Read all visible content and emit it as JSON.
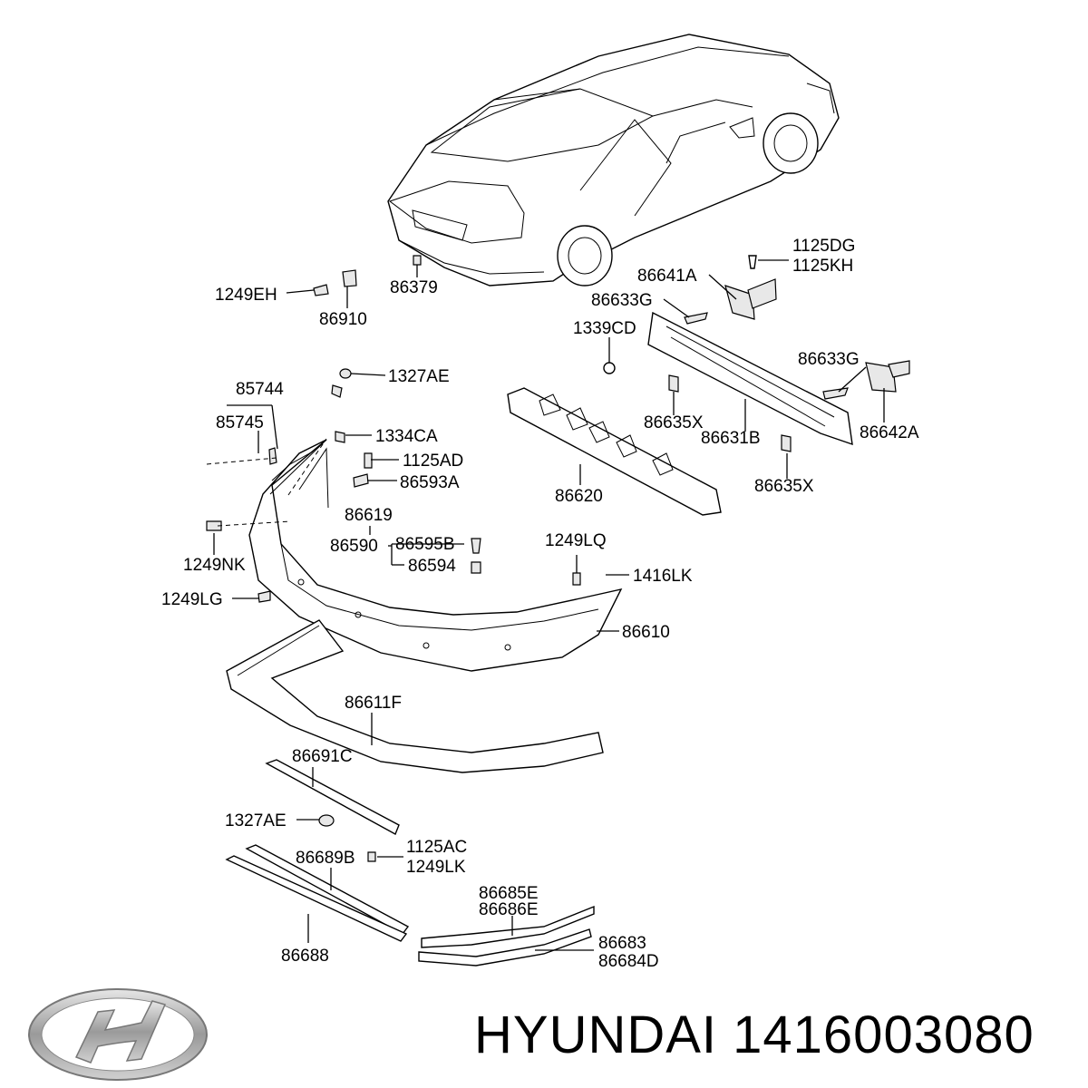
{
  "brand": "HYUNDAI",
  "part_number": "1416003080",
  "labels": {
    "p1125DG": "1125DG",
    "p1125KH": "1125KH",
    "p86641A": "86641A",
    "p86633G_top": "86633G",
    "p1339CD": "1339CD",
    "p86633G_right": "86633G",
    "p86635X_left": "86635X",
    "p86631B": "86631B",
    "p86642A": "86642A",
    "p86635X_bottom": "86635X",
    "p86620": "86620",
    "p1249EH": "1249EH",
    "p86910": "86910",
    "p86379": "86379",
    "p1327AE_top": "1327AE",
    "p85744": "85744",
    "p85745": "85745",
    "p1334CA": "1334CA",
    "p1125AD": "1125AD",
    "p86593A": "86593A",
    "p86619": "86619",
    "p86590": "86590",
    "p86595B": "86595B",
    "p86594": "86594",
    "p1249NK": "1249NK",
    "p1249LG": "1249LG",
    "p1249LQ": "1249LQ",
    "p1416LK": "1416LK",
    "p86610": "86610",
    "p86611F": "86611F",
    "p86691C": "86691C",
    "p1327AE_bottom": "1327AE",
    "p1125AC": "1125AC",
    "p1249LK": "1249LK",
    "p86689B": "86689B",
    "p86685E": "86685E",
    "p86686E": "86686E",
    "p86683": "86683",
    "p86684D": "86684D",
    "p86688": "86688"
  },
  "colors": {
    "line": "#000000",
    "background": "#ffffff",
    "logo_silver": "#b8b8b8"
  },
  "icons": {
    "logo": "hyundai-logo-icon"
  }
}
